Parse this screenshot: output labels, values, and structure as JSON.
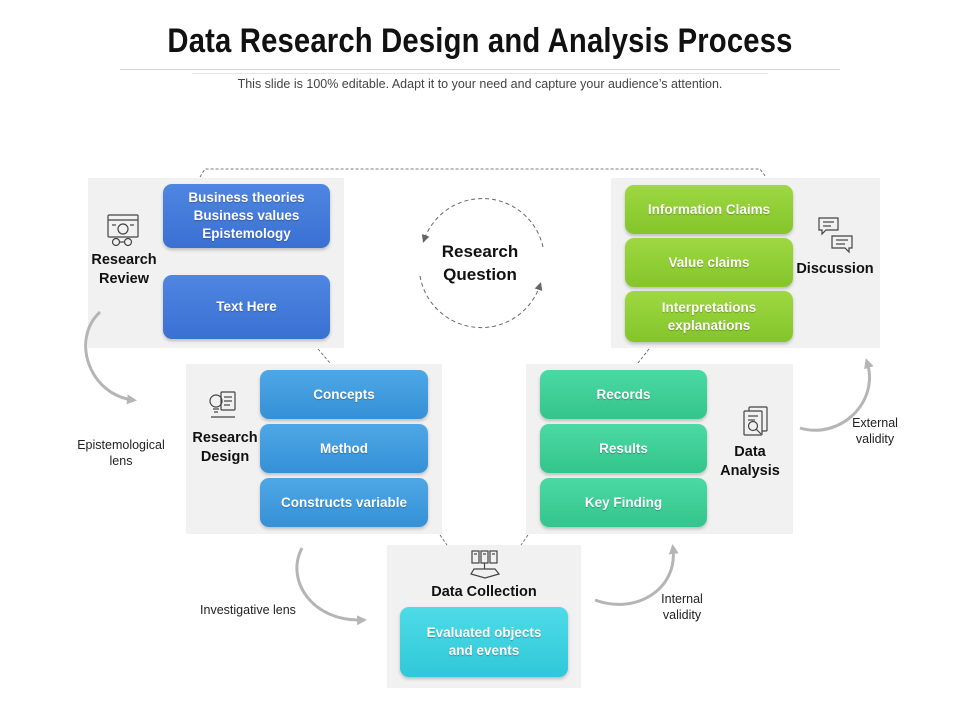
{
  "header": {
    "title": "Data Research Design and Analysis Process",
    "subtitle": "This slide is 100% editable. Adapt it to your need and capture your audience’s attention."
  },
  "center": {
    "label": "Research\nQuestion"
  },
  "research_review": {
    "label": "Research\nReview",
    "items": [
      "Business theories\nBusiness values\nEpistemology",
      "Text Here"
    ]
  },
  "research_design": {
    "label": "Research\nDesign",
    "items": [
      "Concepts",
      "Method",
      "Constructs variable"
    ]
  },
  "data_collection": {
    "label": "Data Collection",
    "items": [
      "Evaluated objects\nand events"
    ]
  },
  "data_analysis": {
    "label": "Data\nAnalysis",
    "items": [
      "Records",
      "Results",
      "Key Finding"
    ]
  },
  "discussion": {
    "label": "Discussion",
    "items": [
      "Information Claims",
      "Value claims",
      "Interpretations\nexplanations"
    ]
  },
  "lenses": {
    "epistemological": "Epistemological\nlens",
    "investigative": "Investigative lens",
    "internal": "Internal\nvalidity",
    "external": "External\nvalidity"
  },
  "colors": {
    "review_blue": "#3f78d8",
    "design_blue": "#3f9ce0",
    "discussion_green": "#8fcd34",
    "analysis_teal": "#3ccd95",
    "collection_cyan": "#3bd0df",
    "panel_gray": "#f1f1f1"
  },
  "icons": {
    "research_review": "certificate-glasses-icon",
    "research_design": "lightbulb-document-icon",
    "data_collection": "database-books-icon",
    "data_analysis": "magnifier-document-icon",
    "discussion": "chat-bubbles-icon"
  }
}
